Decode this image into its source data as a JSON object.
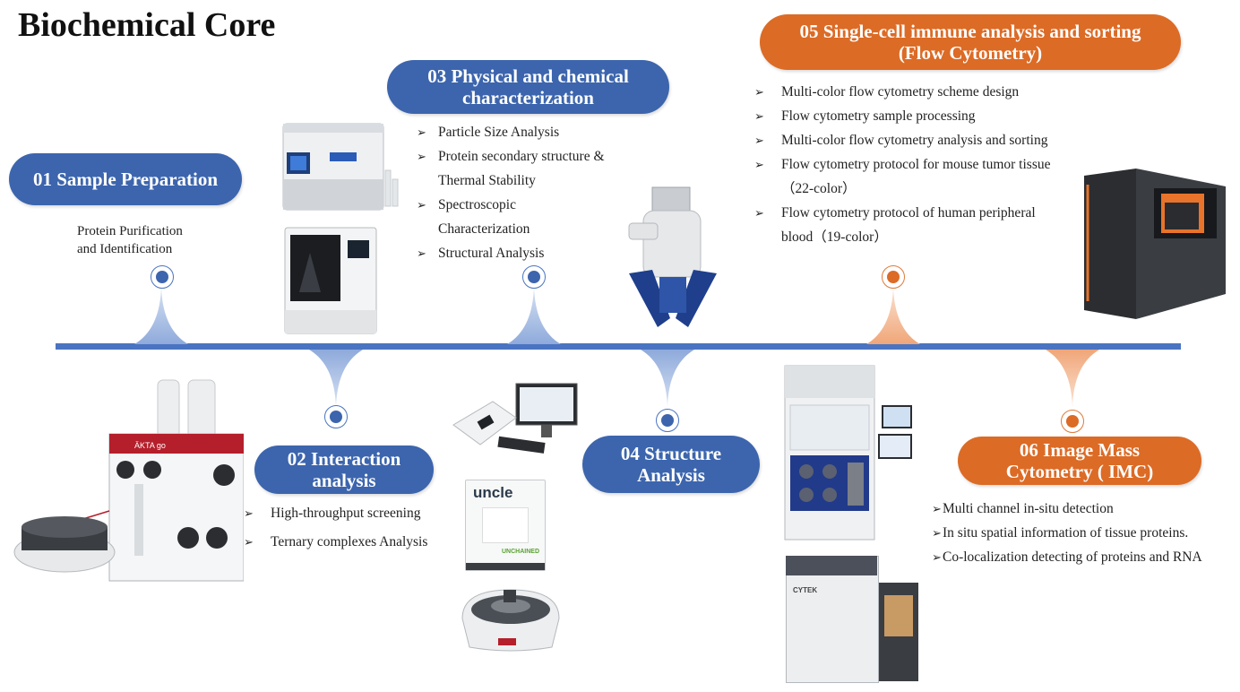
{
  "page_title": "Biochemical Core",
  "colors": {
    "blue": "#3c65ad",
    "orange": "#dc6b26",
    "timeline": "#4a74c1"
  },
  "sections": {
    "s01": {
      "line1": "01 Sample Preparation",
      "desc": [
        "Protein Purification",
        "and Identification"
      ]
    },
    "s02": {
      "line1": "02 Interaction",
      "line2": "analysis",
      "items": [
        "High-throughput screening",
        "Ternary complexes Analysis"
      ]
    },
    "s03": {
      "line1": "03 Physical and chemical",
      "line2": "characterization",
      "items": [
        "Particle Size Analysis",
        "Protein secondary structure &",
        "Thermal Stability",
        "Spectroscopic",
        "Characterization",
        "Structural Analysis"
      ]
    },
    "s04": {
      "line1": "04 Structure",
      "line2": "Analysis"
    },
    "s05": {
      "line1": "05 Single-cell immune analysis and sorting",
      "line2": "(Flow Cytometry)",
      "items": [
        "Multi-color flow cytometry scheme design",
        "Flow cytometry sample processing",
        "Multi-color flow cytometry analysis and sorting",
        "Flow cytometry protocol for mouse tumor tissue",
        "（22-color）",
        "Flow cytometry protocol of human peripheral",
        "blood（19-color）"
      ]
    },
    "s06": {
      "line1": "06 Image Mass",
      "line2": "Cytometry ( IMC)",
      "items": [
        "Multi channel in-situ detection",
        " In situ spatial information of tissue proteins.",
        "Co-localization detecting of proteins and RNA"
      ]
    }
  },
  "device_labels": {
    "uncle": "uncle",
    "unchained": "UNCHAINED",
    "cytek": "CYTEK",
    "akta": "ÄKTA go"
  },
  "bullet_glyph": "➢"
}
